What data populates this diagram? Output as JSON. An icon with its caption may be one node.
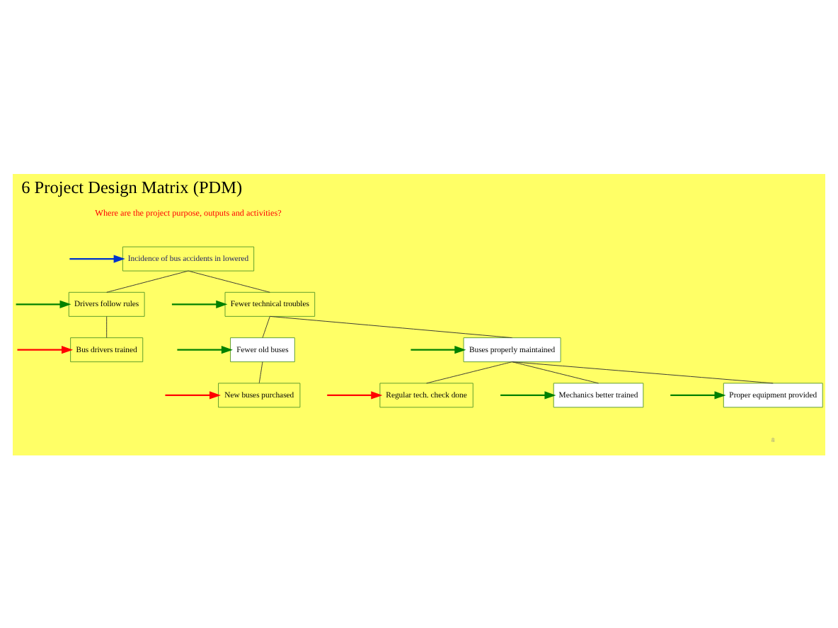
{
  "diagram": {
    "title": "6 Project Design Matrix (PDM)",
    "nodes": [
      {
        "text": [
          "Incidence of bus accidents in lowered"
        ]
      },
      {
        "text": [
          "Drivers follow rules"
        ]
      },
      {
        "text": [
          "Fewer technical troubles"
        ]
      },
      {
        "text": [
          "Bus drivers trained"
        ]
      },
      {
        "text": [
          "Fewer old buses"
        ]
      },
      {
        "text": [
          "Buses properly maintained"
        ]
      },
      {
        "text": [
          "New buses purchased"
        ]
      },
      {
        "text": [
          "Regular tech. check done"
        ]
      },
      {
        "text": [
          "Mechanics better trained"
        ]
      },
      {
        "text": [
          "Proper equipment provided"
        ]
      }
    ],
    "edges": [
      {
        "from": 0,
        "to": 1,
        "arrow": "none"
      },
      {
        "from": 0,
        "to": 2,
        "arrow": "none"
      },
      {
        "from": 1,
        "to": 3,
        "arrow": "none"
      },
      {
        "from": 2,
        "to": 4,
        "arrow": "none"
      },
      {
        "from": 2,
        "to": 5,
        "arrow": "none"
      },
      {
        "from": 4,
        "to": 6,
        "arrow": "none"
      },
      {
        "from": 5,
        "to": 7,
        "arrow": "none"
      },
      {
        "from": 5,
        "to": 8,
        "arrow": "none"
      },
      {
        "from": 5,
        "to": 9,
        "arrow": "none"
      },
      {
        "from": null,
        "to": 0,
        "arrow": "to",
        "color": "#0033cc"
      },
      {
        "from": null,
        "to": 1,
        "arrow": "to",
        "color": "#008000"
      },
      {
        "from": null,
        "to": 2,
        "arrow": "to",
        "color": "#008000"
      },
      {
        "from": null,
        "to": 3,
        "arrow": "to",
        "color": "#ff0000"
      },
      {
        "from": null,
        "to": 4,
        "arrow": "to",
        "color": "#008000"
      },
      {
        "from": null,
        "to": 5,
        "arrow": "to",
        "color": "#008000"
      },
      {
        "from": null,
        "to": 6,
        "arrow": "to",
        "color": "#ff0000"
      },
      {
        "from": null,
        "to": 7,
        "arrow": "to",
        "color": "#ff0000"
      },
      {
        "from": null,
        "to": 8,
        "arrow": "to",
        "color": "#008000"
      },
      {
        "from": null,
        "to": 9,
        "arrow": "to",
        "color": "#008000"
      }
    ],
    "labels": [
      "Where are the project purpose, outputs and activities?",
      "8"
    ]
  }
}
